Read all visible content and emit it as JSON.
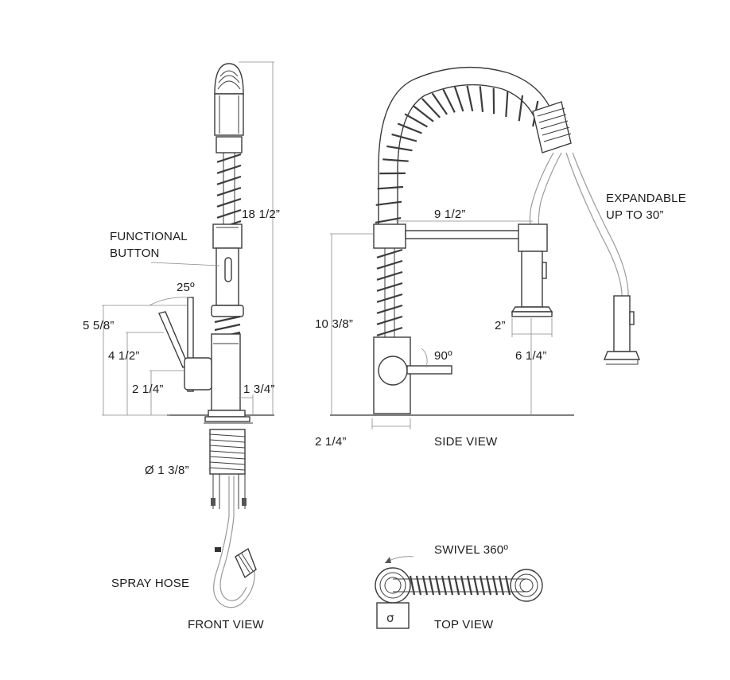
{
  "labels": {
    "functional_button": [
      "FUNCTIONAL",
      "BUTTON"
    ],
    "expandable": [
      "EXPANDABLE",
      "UP TO 30”"
    ],
    "spray_hose": "SPRAY HOSE",
    "swivel": "SWIVEL 360º"
  },
  "views": {
    "front": "FRONT VIEW",
    "side": "SIDE VIEW",
    "top": "TOP VIEW"
  },
  "dimensions": {
    "overall_height": "18 1/2”",
    "handle_angle": "25º",
    "handle_top": "5 5/8”",
    "handle_height": "4 1/2”",
    "handle_center": "2 1/4”",
    "base_width": "1 3/4”",
    "hole_diameter": "Ø 1 3/8”",
    "reach": "9 1/2”",
    "spout_height": "10 3/8”",
    "side_angle": "90º",
    "sprayer_diameter": "2”",
    "sprayer_height": "6 1/4”",
    "side_base": "2 1/4”"
  }
}
